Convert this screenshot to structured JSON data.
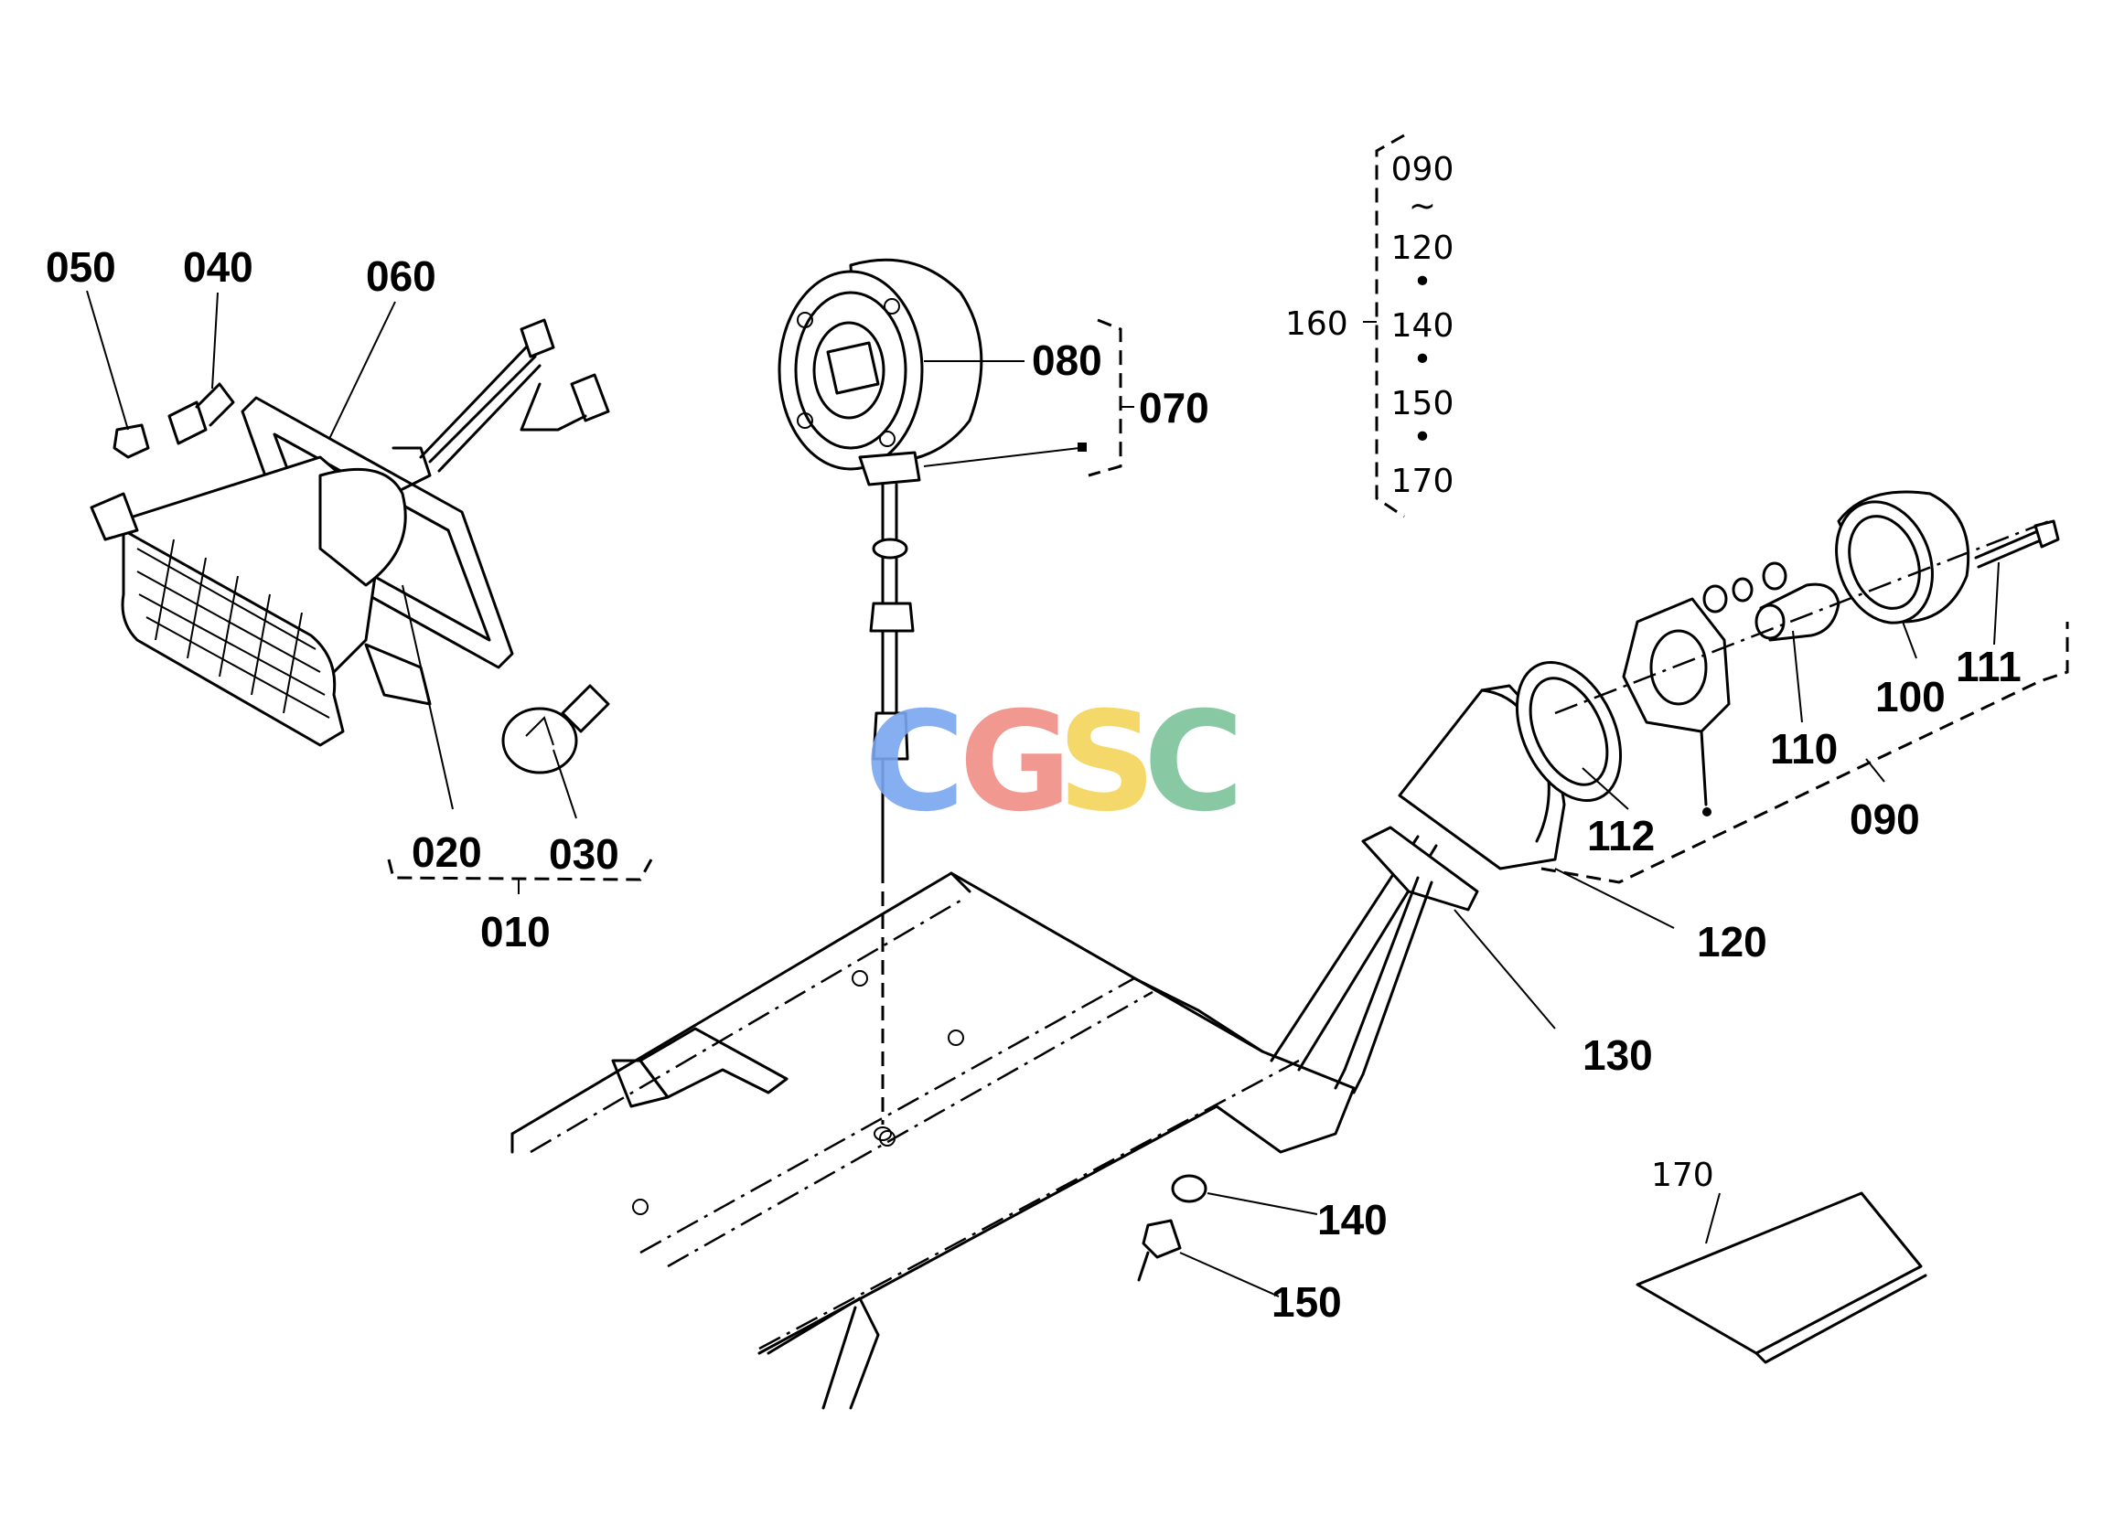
{
  "labels": {
    "p010": "010",
    "p020": "020",
    "p030": "030",
    "p040": "040",
    "p050": "050",
    "p060": "060",
    "p070": "070",
    "p080": "080",
    "p090": "090",
    "p100": "100",
    "p110": "110",
    "p111": "111",
    "p112": "112",
    "p120": "120",
    "p130": "130",
    "p140": "140",
    "p150": "150",
    "p160": "160",
    "p170": "170"
  },
  "kit_list": {
    "items": [
      "090",
      "~",
      "120",
      "•",
      "140",
      "•",
      "150",
      "•",
      "170"
    ]
  },
  "watermark": {
    "letters": [
      "C",
      "G",
      "S",
      "C"
    ],
    "colors": [
      "#7aa7f0",
      "#f08f85",
      "#f5d45a",
      "#7cc39a"
    ]
  }
}
